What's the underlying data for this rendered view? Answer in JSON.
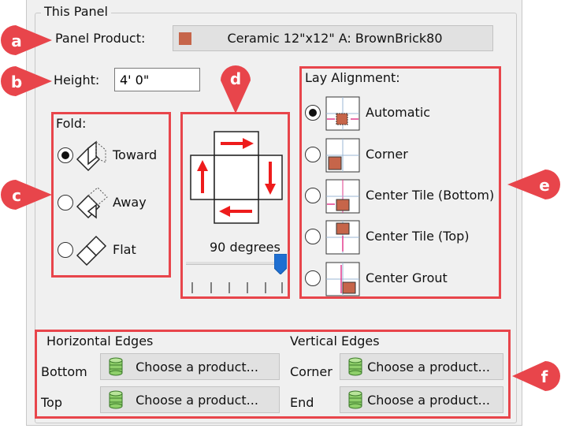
{
  "group": {
    "title": "This Panel"
  },
  "product": {
    "label": "Panel Product:",
    "value": "Ceramic 12\"x12\" A: BrownBrick80",
    "swatch_color": "#c6654a"
  },
  "height": {
    "label": "Height:",
    "value": "4' 0\""
  },
  "fold": {
    "label": "Fold:",
    "options": [
      {
        "label": "Toward",
        "selected": true
      },
      {
        "label": "Away",
        "selected": false
      },
      {
        "label": "Flat",
        "selected": false
      }
    ]
  },
  "rotation": {
    "value_label": "90 degrees",
    "slider_fraction": 1.0
  },
  "lay_alignment": {
    "label": "Lay Alignment:",
    "options": [
      {
        "label": "Automatic",
        "selected": true
      },
      {
        "label": "Corner",
        "selected": false
      },
      {
        "label": "Center Tile (Bottom)",
        "selected": false
      },
      {
        "label": "Center Tile (Top)",
        "selected": false
      },
      {
        "label": "Center Grout",
        "selected": false
      }
    ]
  },
  "horizontal_edges": {
    "label": "Horizontal Edges",
    "rows": [
      {
        "label": "Bottom",
        "button": "Choose a product..."
      },
      {
        "label": "Top",
        "button": "Choose a product..."
      }
    ]
  },
  "vertical_edges": {
    "label": "Vertical Edges",
    "rows": [
      {
        "label": "Corner",
        "button": "Choose a product..."
      },
      {
        "label": "End",
        "button": "Choose a product..."
      }
    ]
  },
  "callouts": [
    "a",
    "b",
    "c",
    "d",
    "e",
    "f"
  ],
  "colors": {
    "highlight": "#e8454b",
    "slider_thumb": "#1f6fd1",
    "arrow": "#ee1c1c"
  }
}
